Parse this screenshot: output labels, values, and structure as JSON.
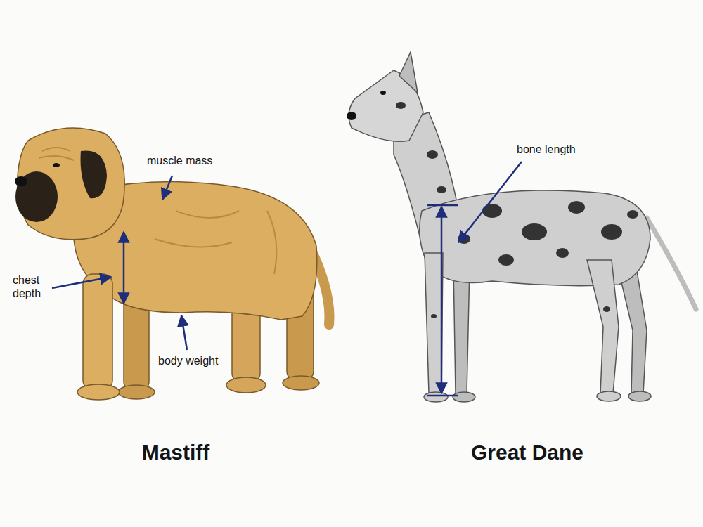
{
  "diagram": {
    "labels": [
      "muscle mass",
      "chest depth",
      "body weight",
      "bone length",
      "Mastiff",
      "Great Dane"
    ]
  }
}
